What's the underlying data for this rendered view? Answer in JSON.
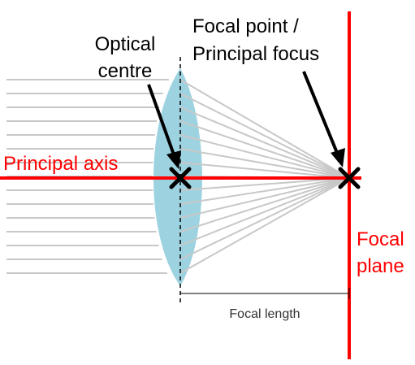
{
  "labels": {
    "optical_centre_line1": "Optical",
    "optical_centre_line2": "centre",
    "focal_point_line1": "Focal point /",
    "focal_point_line2": "Principal focus",
    "principal_axis": "Principal axis",
    "focal_plane_line1": "Focal",
    "focal_plane_line2": "plane",
    "focal_length": "Focal length"
  },
  "colors": {
    "lens_fill": "#9dd3e0",
    "ray": "#c8c8c8",
    "axis": "#ff0000",
    "marker": "#000000",
    "label_red": "#ff0000",
    "label_black": "#000000",
    "focal_length_label": "#333333"
  },
  "rays": {
    "count": 15
  }
}
